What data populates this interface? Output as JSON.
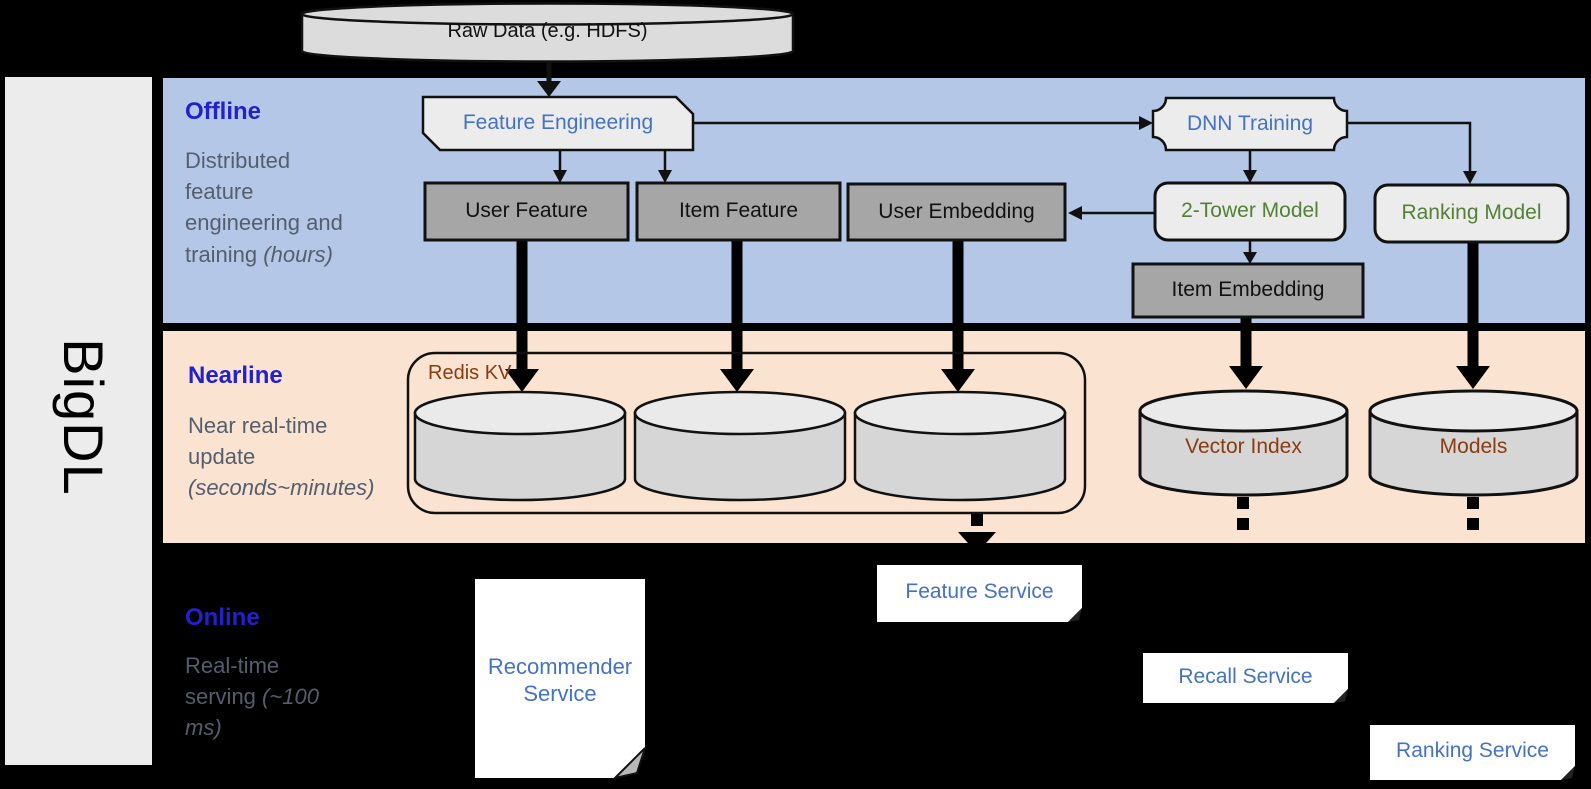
{
  "sidebar": {
    "label": "BigDL"
  },
  "source": {
    "raw_data": "Raw Data (e.g. HDFS)"
  },
  "bands": {
    "offline": {
      "title": "Offline",
      "subtitle": "Distributed feature engineering and training ",
      "subtitle_italic": "(hours)"
    },
    "nearline": {
      "title": "Nearline",
      "subtitle": "Near real-time update ",
      "subtitle_italic": "(seconds~minutes)"
    },
    "online": {
      "title": "Online",
      "subtitle": "Real-time serving ",
      "subtitle_italic": "(~100 ms)"
    }
  },
  "nodes": {
    "feature_engineering": "Feature Engineering",
    "dnn_training": "DNN Training",
    "user_feature": "User Feature",
    "item_feature": "Item Feature",
    "user_embedding": "User Embedding",
    "two_tower_model": "2-Tower Model",
    "ranking_model": "Ranking Model",
    "item_embedding": "Item Embedding",
    "redis_kv": "Redis KV",
    "vector_index": "Vector Index",
    "models": "Models",
    "recommender_service": "Recommender Service",
    "feature_service": "Feature Service",
    "recall_service": "Recall Service",
    "ranking_service": "Ranking Service"
  },
  "colors": {
    "offline_band": "#b4c7e7",
    "nearline_band": "#fbe3d2",
    "online_band": "#000000",
    "sidebar_bg": "#ececec",
    "node_gray": "#a6a6a6",
    "node_light": "#ececec",
    "cylinder_body": "#d6d6d6",
    "cylinder_top": "#eaeaea",
    "service_white": "#ffffff",
    "accent_blue": "#4472c4",
    "band_title_blue": "#2222cc",
    "subtitle_gray": "#555e6d",
    "model_green": "#538135",
    "storage_brown": "#8a3c10",
    "line_black": "#111111"
  }
}
